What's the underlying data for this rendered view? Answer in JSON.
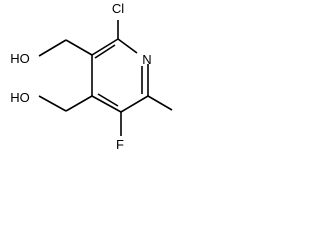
{
  "structure": {
    "atoms": {
      "chlorine": "Cl",
      "ring_nitrogen": "N",
      "fluorine": "F",
      "hydroxyl_upper": "HO",
      "hydroxyl_lower": "HO"
    }
  }
}
